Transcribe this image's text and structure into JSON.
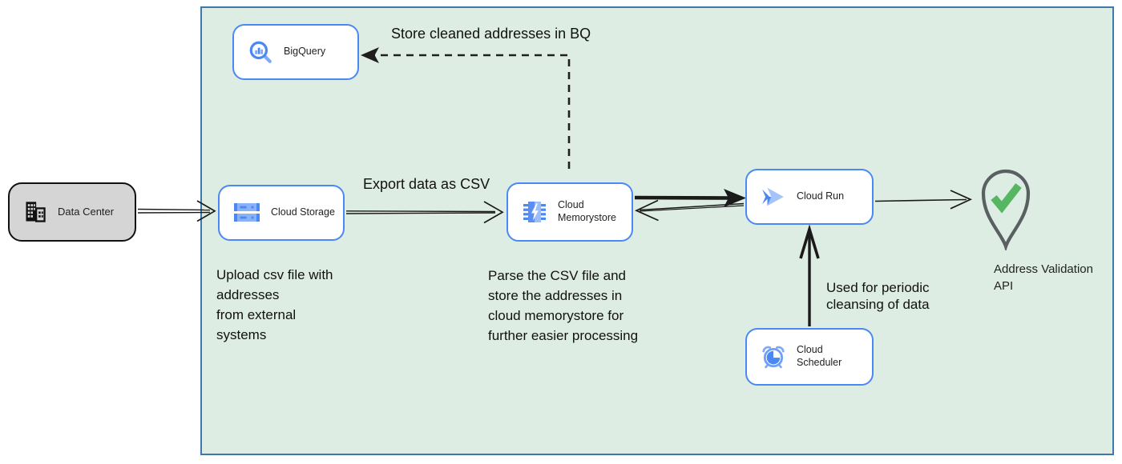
{
  "nodes": {
    "data_center": {
      "label": "Data Center"
    },
    "big_query": {
      "label": "BigQuery"
    },
    "cloud_storage": {
      "label": "Cloud Storage"
    },
    "cloud_memorystore": {
      "label": "Cloud Memorystore"
    },
    "cloud_run": {
      "label": "Cloud Run"
    },
    "cloud_scheduler": {
      "label": "Cloud Scheduler"
    },
    "address_validation_api": {
      "label": "Address Validation API"
    }
  },
  "annotations": {
    "store_bq": "Store cleaned addresses in BQ",
    "export_csv": "Export data as CSV",
    "upload_note": "Upload csv file with\naddresses\nfrom external\nsystems",
    "parse_note": "Parse the CSV file and\nstore the addresses in\ncloud  memorystore for\nfurther easier processing",
    "periodic_note": "Used for periodic\ncleansing of data"
  },
  "icons": {
    "data_center": "building-icon",
    "big_query": "bigquery-magnifier-icon",
    "cloud_storage": "storage-buckets-icon",
    "cloud_memorystore": "memorystore-chip-icon",
    "cloud_run": "cloud-run-chevron-icon",
    "cloud_scheduler": "scheduler-alarm-clock-icon",
    "address_validation_api": "map-pin-check-icon"
  },
  "colors": {
    "container_fill": "#deede3",
    "container_border": "#3f78ad",
    "node_border_blue": "#4a89f3",
    "gcp_blue": "#4285f4",
    "gcp_blue_light": "#8ab0f5",
    "data_center_fill": "#d5d5d5",
    "pin_outline": "#5a5f61",
    "check_green": "#57b662",
    "arrow_black": "#1a1a1a"
  }
}
